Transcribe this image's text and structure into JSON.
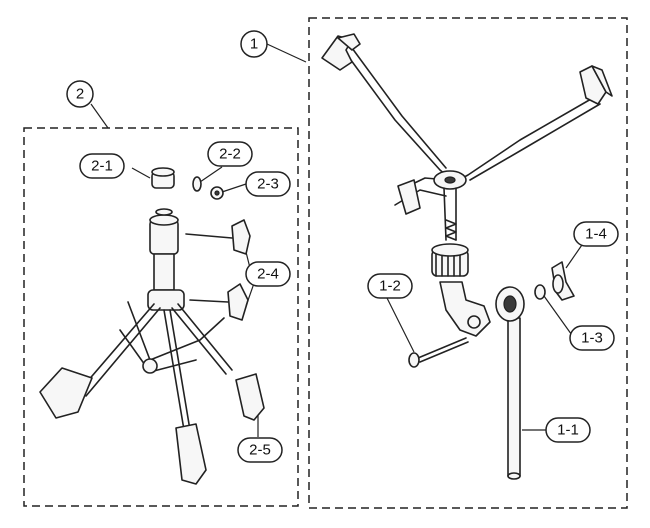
{
  "group_1": {
    "label": "1"
  },
  "group_2": {
    "label": "2"
  },
  "callouts": {
    "p1_1": "1-1",
    "p1_2": "1-2",
    "p1_3": "1-3",
    "p1_4": "1-4",
    "p2_1": "2-1",
    "p2_2": "2-2",
    "p2_3": "2-3",
    "p2_4": "2-4",
    "p2_5": "2-5"
  }
}
